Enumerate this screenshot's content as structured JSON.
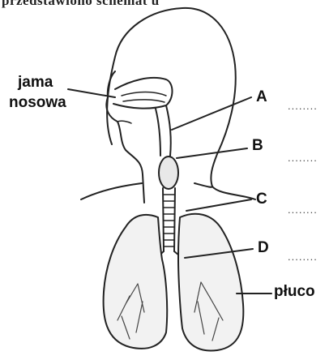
{
  "header_fragment": "przedstawiono schemat u",
  "labels": {
    "nasal_cavity_line1": "jama",
    "nasal_cavity_line2": "nosowa",
    "A": "A",
    "B": "B",
    "C": "C",
    "D": "D",
    "lung": "płuco"
  },
  "answer_blanks": [
    "........",
    "........",
    "........",
    "........"
  ]
}
